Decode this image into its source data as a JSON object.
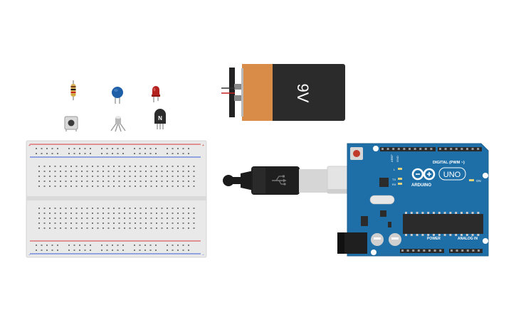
{
  "canvas": {
    "background": "#ffffff"
  },
  "components": {
    "resistor": {
      "icon": "resistor-icon"
    },
    "capacitor": {
      "icon": "ceramic-capacitor-icon",
      "color": "#1f5fa8"
    },
    "led": {
      "icon": "red-led-icon",
      "color": "#b3221f"
    },
    "pushbutton": {
      "icon": "pushbutton-icon"
    },
    "rgb_led": {
      "icon": "rgb-led-icon"
    },
    "transistor": {
      "icon": "npn-transistor-icon",
      "label": "N"
    }
  },
  "battery": {
    "label": "9V",
    "colors": {
      "body": "#2b2b2b",
      "band": "#d98b48"
    }
  },
  "breadboard": {
    "colors": {
      "body": "#e9e9e9",
      "rail_red": "#d63b3b",
      "rail_blue": "#3b5fd6"
    }
  },
  "usb_cable": {
    "icon": "usb-icon",
    "colors": {
      "plug": "#1b1b1b",
      "connector": "#e4e4e4"
    }
  },
  "arduino": {
    "brand": "ARDUINO",
    "model": "UNO",
    "header_top": "DIGITAL (PWM ~)",
    "header_power": "POWER",
    "header_analog": "ANALOG IN",
    "on_label": "ON",
    "aref_label": "AREF",
    "gnd_label": "GND",
    "led_l": "L",
    "led_tx": "TX",
    "led_rx": "RX",
    "colors": {
      "board": "#1e6fa8",
      "header": "#2a2a2a",
      "chip": "#2b2b2b"
    }
  }
}
